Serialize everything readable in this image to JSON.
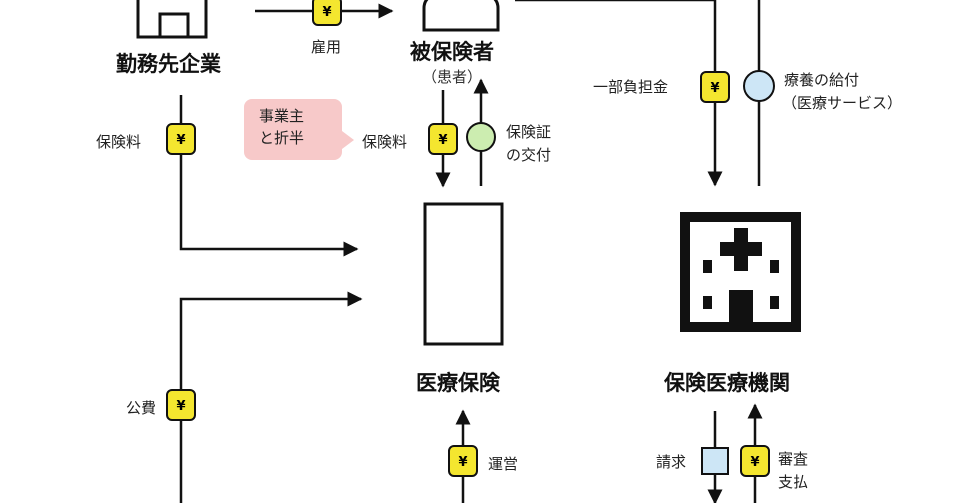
{
  "colors": {
    "yen_fill": "#f4e62f",
    "service_fill": "#cde6f6",
    "issue_fill": "#ccedb0",
    "claim_fill": "#cde6f6",
    "note_fill": "#f7c9c9",
    "line": "#111111"
  },
  "icons": {
    "yen": "¥",
    "company": "building-icon",
    "person": "person-icon",
    "hospital": "hospital-icon"
  },
  "nodes": {
    "employer": "勤務先企業",
    "insured": "被保険者",
    "insured_sub": "（患者）",
    "insurance": "医療保険",
    "provider": "保険医療機関"
  },
  "flows": {
    "employment": "雇用",
    "employer_premium": "保険料",
    "note": [
      "事業主",
      "と折半"
    ],
    "insured_premium": "保険料",
    "card_issue": [
      "保険証",
      "の交付"
    ],
    "copay": "一部負担金",
    "benefit": "療養の給付",
    "benefit_sub": "（医療サービス）",
    "public_funds": "公費",
    "operation": "運営",
    "claim": "請求",
    "review": [
      "審査",
      "支払"
    ]
  }
}
